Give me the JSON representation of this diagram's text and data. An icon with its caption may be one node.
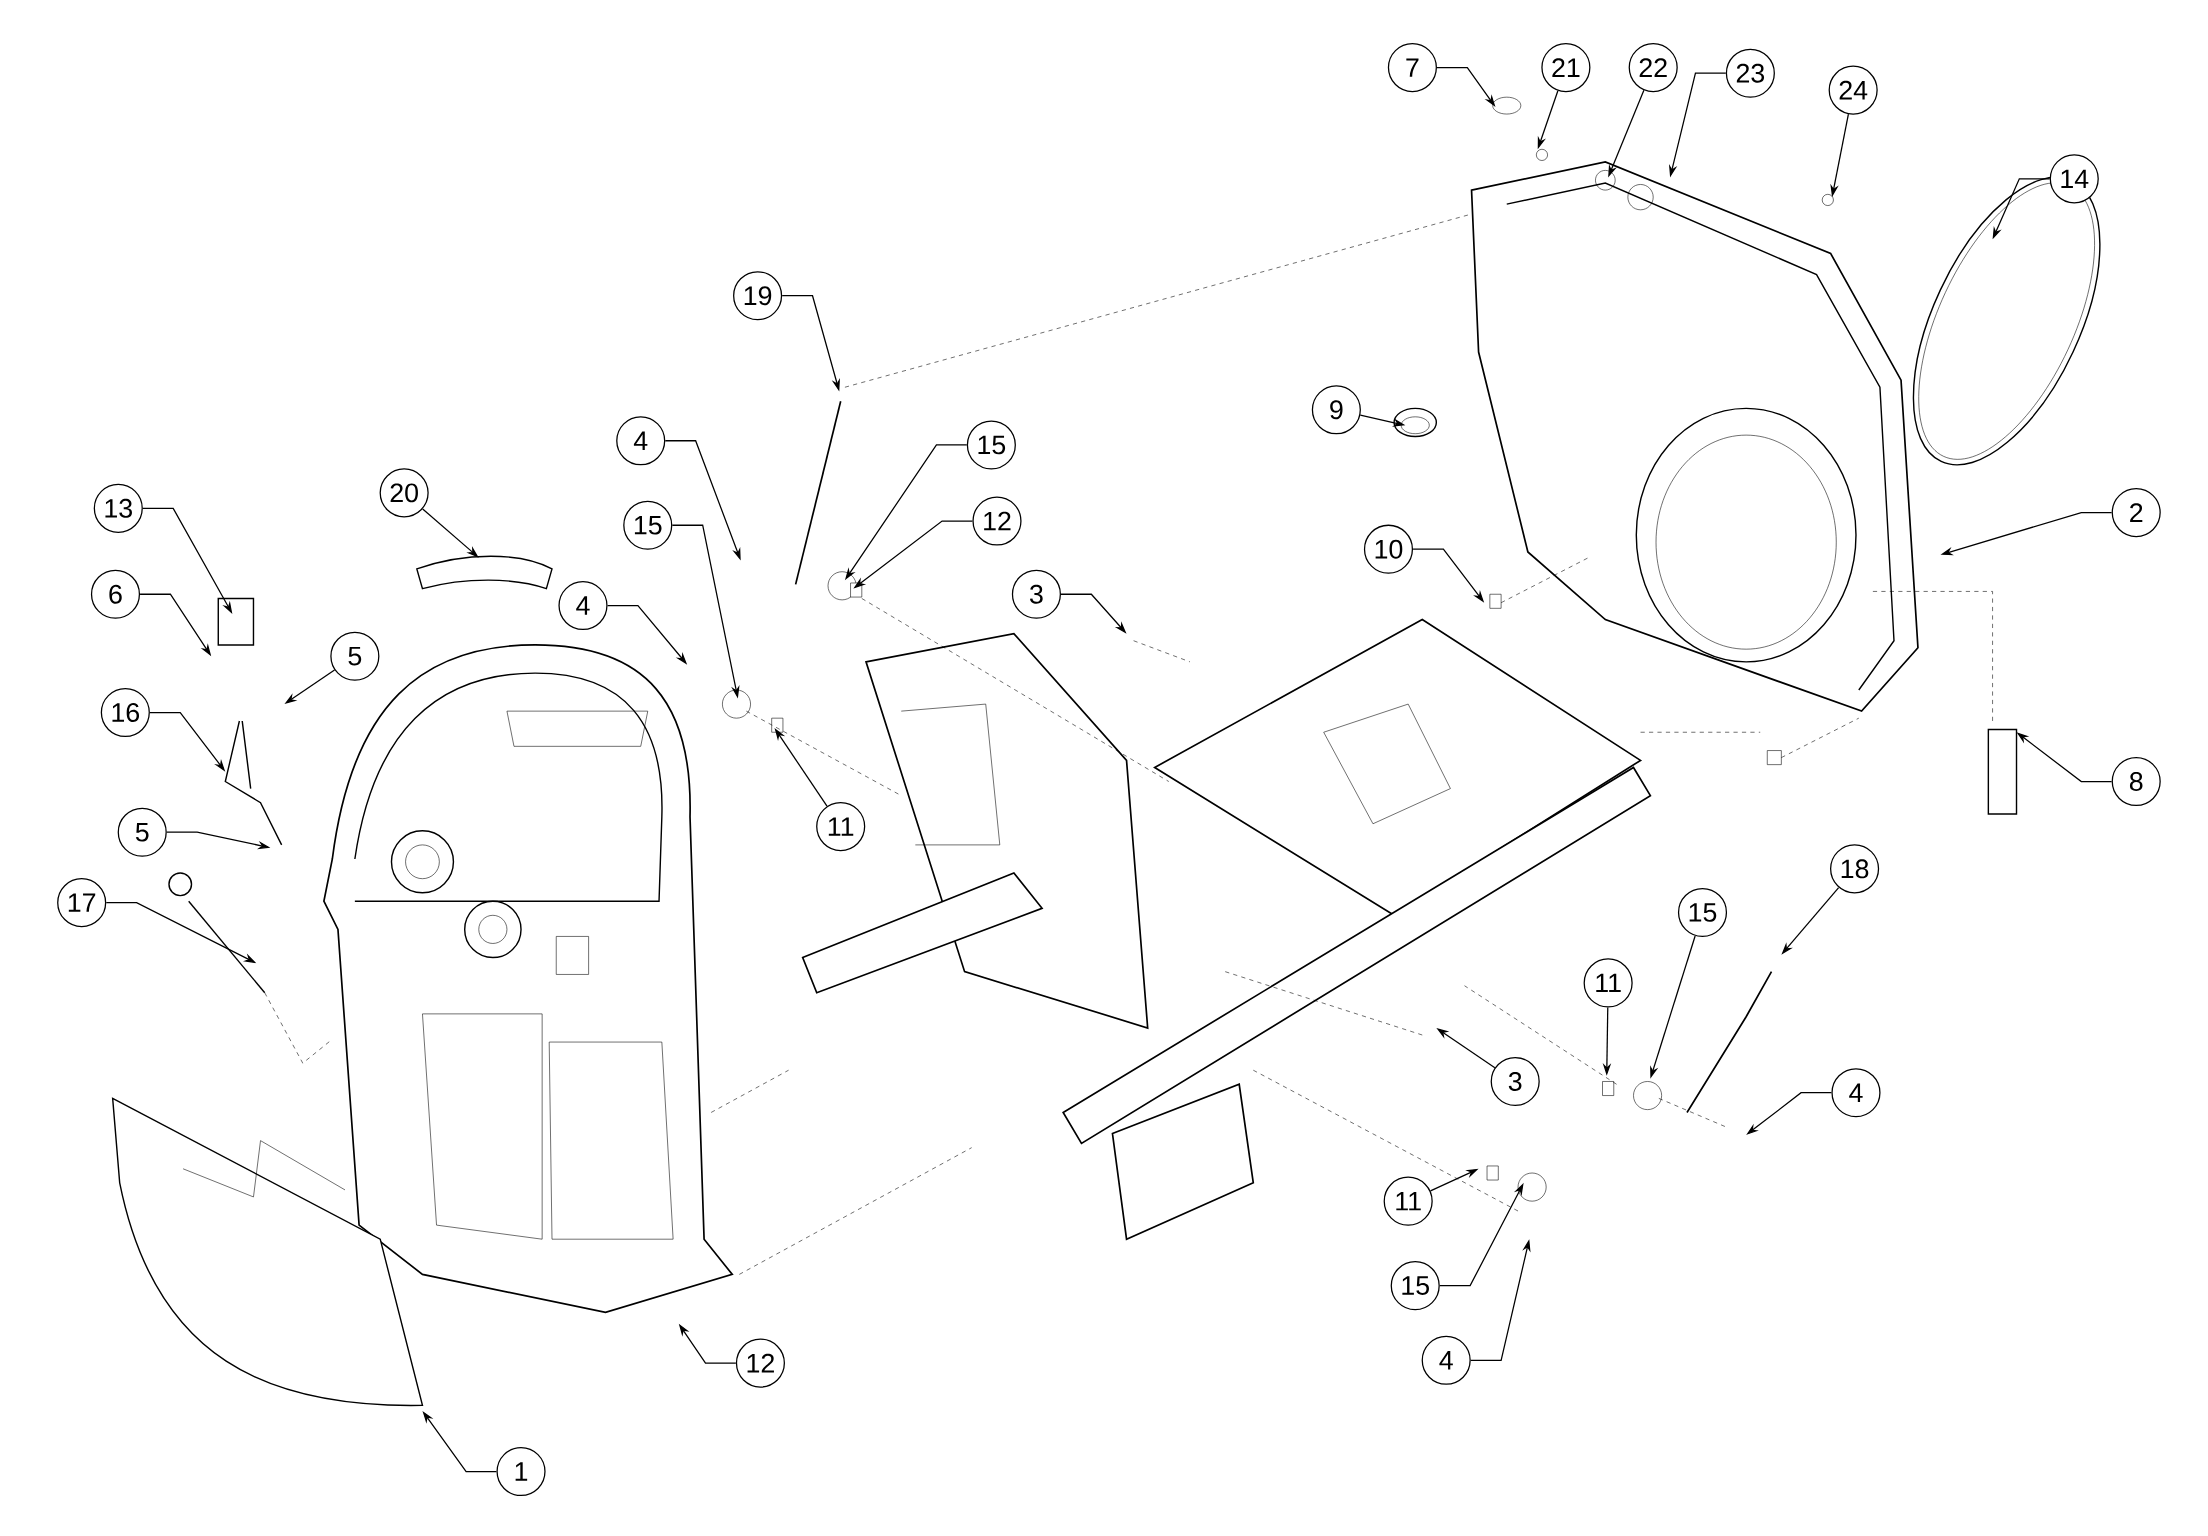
{
  "diagram": {
    "nodes": [
      {
        "text": [
          "7"
        ]
      },
      {
        "text": [
          "21"
        ]
      },
      {
        "text": [
          "22"
        ]
      },
      {
        "text": [
          "23"
        ]
      },
      {
        "text": [
          "24"
        ]
      },
      {
        "text": [
          "14"
        ]
      },
      {
        "text": [
          "19"
        ]
      },
      {
        "text": [
          "9"
        ]
      },
      {
        "text": [
          "4"
        ]
      },
      {
        "text": [
          "15"
        ]
      },
      {
        "text": [
          "12"
        ]
      },
      {
        "text": [
          "3"
        ]
      },
      {
        "text": [
          "20"
        ]
      },
      {
        "text": [
          "13"
        ]
      },
      {
        "text": [
          "6"
        ]
      },
      {
        "text": [
          "5"
        ]
      },
      {
        "text": [
          "4"
        ]
      },
      {
        "text": [
          "15"
        ]
      },
      {
        "text": [
          "10"
        ]
      },
      {
        "text": [
          "2"
        ]
      },
      {
        "text": [
          "16"
        ]
      },
      {
        "text": [
          "11"
        ]
      },
      {
        "text": [
          "5"
        ]
      },
      {
        "text": [
          "17"
        ]
      },
      {
        "text": [
          "8"
        ]
      },
      {
        "text": [
          "18"
        ]
      },
      {
        "text": [
          "15"
        ]
      },
      {
        "text": [
          "11"
        ]
      },
      {
        "text": [
          "3"
        ]
      },
      {
        "text": [
          "4"
        ]
      },
      {
        "text": [
          "11"
        ]
      },
      {
        "text": [
          "15"
        ]
      },
      {
        "text": [
          "12"
        ]
      },
      {
        "text": [
          "4"
        ]
      },
      {
        "text": [
          "1"
        ]
      }
    ],
    "edges": [
      {
        "from": 0,
        "to": null,
        "arrow": "to"
      },
      {
        "from": 1,
        "to": null,
        "arrow": "to"
      },
      {
        "from": 2,
        "to": null,
        "arrow": "to"
      },
      {
        "from": 3,
        "to": null,
        "arrow": "to"
      },
      {
        "from": 4,
        "to": null,
        "arrow": "to"
      },
      {
        "from": 5,
        "to": null,
        "arrow": "to"
      },
      {
        "from": 6,
        "to": null,
        "arrow": "to"
      },
      {
        "from": 7,
        "to": null,
        "arrow": "to"
      },
      {
        "from": 8,
        "to": null,
        "arrow": "to"
      },
      {
        "from": 9,
        "to": null,
        "arrow": "to"
      },
      {
        "from": 10,
        "to": null,
        "arrow": "to"
      },
      {
        "from": 11,
        "to": null,
        "arrow": "to"
      },
      {
        "from": 12,
        "to": null,
        "arrow": "to"
      },
      {
        "from": 13,
        "to": null,
        "arrow": "to"
      },
      {
        "from": 14,
        "to": null,
        "arrow": "to"
      },
      {
        "from": 15,
        "to": null,
        "arrow": "to"
      },
      {
        "from": 16,
        "to": null,
        "arrow": "to"
      },
      {
        "from": 17,
        "to": null,
        "arrow": "to"
      },
      {
        "from": 18,
        "to": null,
        "arrow": "to"
      },
      {
        "from": 19,
        "to": null,
        "arrow": "to"
      },
      {
        "from": 20,
        "to": null,
        "arrow": "to"
      },
      {
        "from": 21,
        "to": null,
        "arrow": "to"
      },
      {
        "from": 22,
        "to": null,
        "arrow": "to"
      },
      {
        "from": 23,
        "to": null,
        "arrow": "to"
      },
      {
        "from": 24,
        "to": null,
        "arrow": "to"
      },
      {
        "from": 25,
        "to": null,
        "arrow": "to"
      },
      {
        "from": 26,
        "to": null,
        "arrow": "to"
      },
      {
        "from": 27,
        "to": null,
        "arrow": "to"
      },
      {
        "from": 28,
        "to": null,
        "arrow": "to"
      },
      {
        "from": 29,
        "to": null,
        "arrow": "to"
      },
      {
        "from": 30,
        "to": null,
        "arrow": "to"
      },
      {
        "from": 31,
        "to": null,
        "arrow": "to"
      },
      {
        "from": 32,
        "to": null,
        "arrow": "to"
      },
      {
        "from": 33,
        "to": null,
        "arrow": "to"
      },
      {
        "from": 34,
        "to": null,
        "arrow": "to"
      }
    ]
  }
}
